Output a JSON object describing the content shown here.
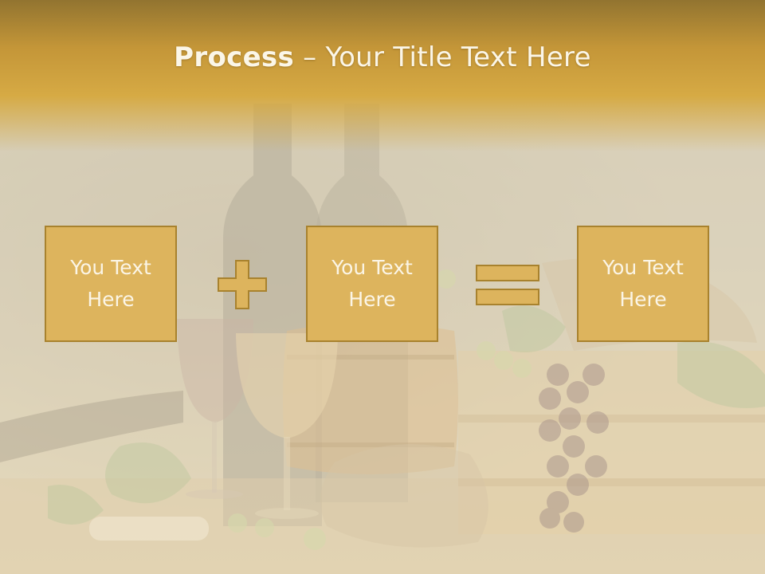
{
  "title": {
    "bold": "Process",
    "dash": " – ",
    "rest": "Your Title Text Here"
  },
  "boxes": [
    {
      "text": "You Text Here"
    },
    {
      "text": "You Text Here"
    },
    {
      "text": "You Text Here"
    }
  ],
  "operators": {
    "plus_icon": "plus-icon",
    "equals_icon": "equals-icon"
  },
  "colors": {
    "header": "#c49638",
    "box_fill": "#ddb45d",
    "box_border": "#a8822e",
    "text": "#fbf6e8"
  }
}
